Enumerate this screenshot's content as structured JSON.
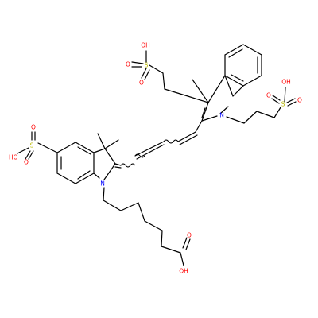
{
  "molecule": {
    "colors": {
      "oxygen": "#ff0000",
      "sulfur": "#b8b800",
      "nitrogen": "#0000ff",
      "bond": "#000000",
      "background": "#ffffff"
    },
    "labels": {
      "oh_sulfo_left": "HO",
      "s_sulfo_left": "S",
      "o_sulfo_left_top": "O",
      "o_sulfo_left_bottom": "O",
      "n_left": "N",
      "oh_acid": "OH",
      "o_acid": "O",
      "n_right": "N",
      "oh_sulfo_top": "OH",
      "s_sulfo_top": "S",
      "o_sulfo_top_left": "O",
      "o_sulfo_top_bottom": "O",
      "oh_sulfo_right": "OH",
      "s_sulfo_right": "S",
      "o_sulfo_right_left": "O",
      "o_sulfo_right_right": "O"
    }
  }
}
